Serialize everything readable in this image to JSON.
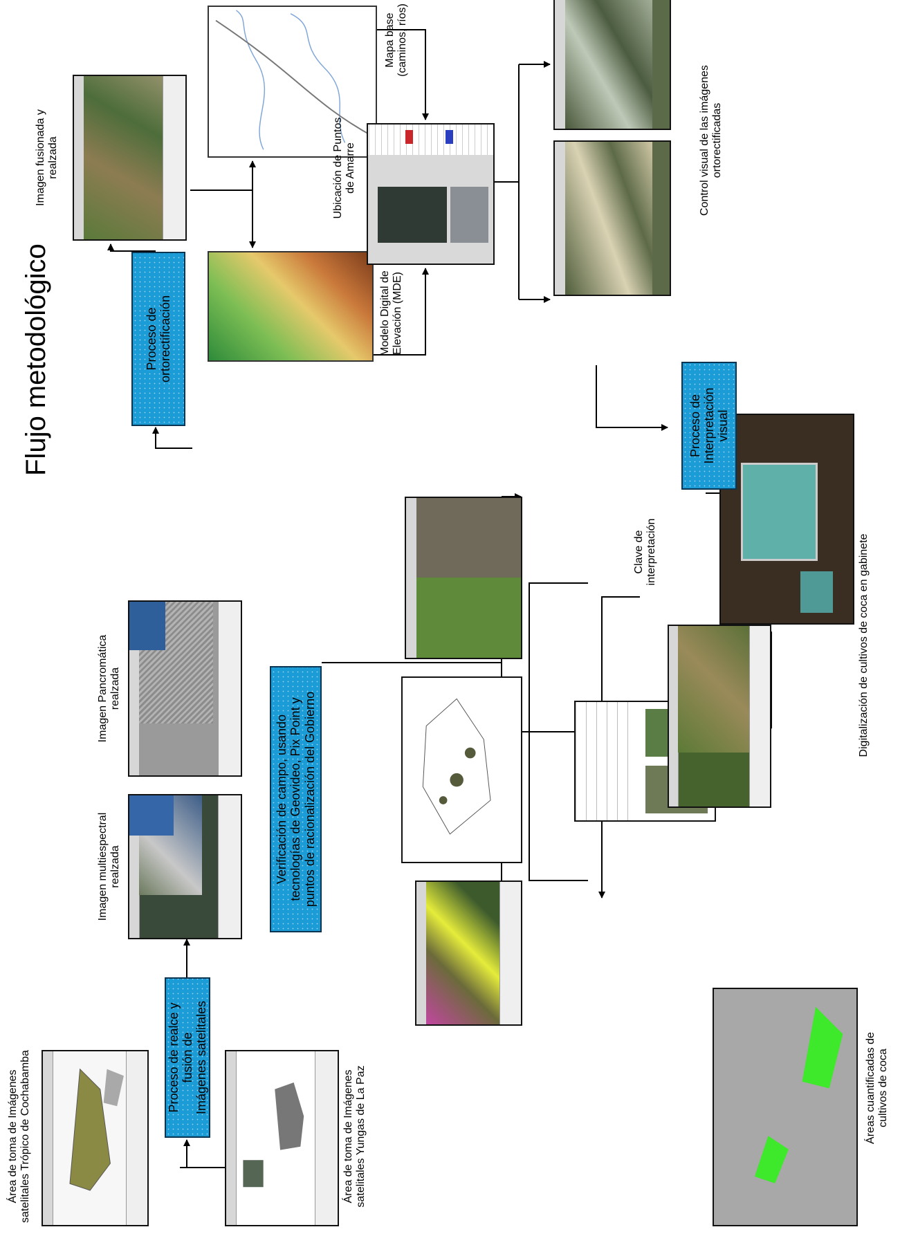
{
  "title": "Flujo metodológico",
  "labels": {
    "area_cochabamba": [
      "Área de toma de Imágenes",
      "satelitales Trópico de Cochabamba"
    ],
    "area_yungas": [
      "Área de toma de Imágenes",
      "satelitales Yungas de La Paz"
    ],
    "multiespectral": [
      "Imagen multiespectral",
      "realzada"
    ],
    "pancromatica": [
      "Imagen Pancromática",
      "realzada"
    ],
    "fusionada": [
      "Imagen fusionada y",
      "realzada"
    ],
    "mapa_base": [
      "Mapa base",
      "(caminos, ríos)"
    ],
    "puntos_amarre": [
      "Ubicación de Puntos",
      "de Amarre"
    ],
    "mde": [
      "Modelo Digital de",
      "Elevación (MDE)"
    ],
    "control_visual": [
      "Control visual de las imágenes",
      "ortorectificadas"
    ],
    "clave": [
      "Clave de",
      "interpretación"
    ],
    "digitalizacion": [
      "Digitalización de cultivos de coca en gabinete"
    ],
    "areas_cuantificadas": [
      "Áreas cuantificadas de",
      "cultivos de coca"
    ]
  },
  "processes": {
    "realce": [
      "Proceso de realce y",
      "fusión de",
      "Imágenes satelitales"
    ],
    "ortorect": [
      "Proceso de",
      "ortorectificación"
    ],
    "verificacion": [
      "Verificación  de campo, usando",
      "tecnologías de Geovideo, Pix Point y",
      "puntos de racionalización del Gobierno"
    ],
    "interpretacion": [
      "Proceso de",
      "Interpretación",
      "visual"
    ]
  },
  "colors": {
    "process_fill": "#1c9cd6",
    "process_border": "#0a3552",
    "coca_green": "#3ee82a",
    "arrow": "#000000"
  },
  "thumbnails": [
    {
      "id": "cochabamba",
      "icon": "satellite-coverage-map-screenshot"
    },
    {
      "id": "yungas",
      "icon": "satellite-coverage-map-screenshot"
    },
    {
      "id": "multiespectral",
      "icon": "multispectral-image-screenshot"
    },
    {
      "id": "pancromatica",
      "icon": "panchromatic-image-screenshot"
    },
    {
      "id": "fusionada",
      "icon": "fused-image-screenshot"
    },
    {
      "id": "mapa-base",
      "icon": "base-map-roads-rivers"
    },
    {
      "id": "mde",
      "icon": "elevation-model-map"
    },
    {
      "id": "puntos-amarre",
      "icon": "tie-points-software-screenshot"
    },
    {
      "id": "ortho-1",
      "icon": "orthorectified-image-screenshot"
    },
    {
      "id": "ortho-2",
      "icon": "orthorectified-image-screenshot"
    },
    {
      "id": "verif-yellow",
      "icon": "field-verification-overlay-screenshot"
    },
    {
      "id": "verif-polygons",
      "icon": "verification-polygons-map"
    },
    {
      "id": "verif-aerial",
      "icon": "aerial-photo-screenshot"
    },
    {
      "id": "clave",
      "icon": "interpretation-key-table"
    },
    {
      "id": "gabinete",
      "icon": "office-workstation-photo"
    },
    {
      "id": "digitalizacion",
      "icon": "digitization-screenshot"
    },
    {
      "id": "coca-areas",
      "icon": "coca-areas-relief-map"
    }
  ]
}
